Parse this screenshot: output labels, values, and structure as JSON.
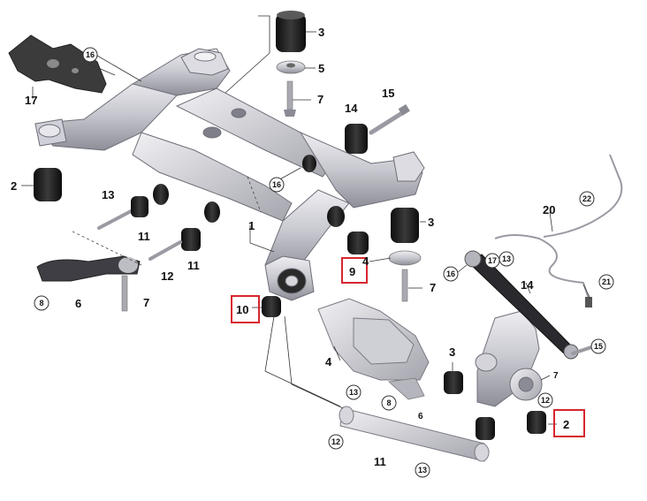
{
  "diagram": {
    "accent_color": "#d7262f",
    "labels": {
      "p1": "1",
      "p2_left": "2",
      "p2_right": "2",
      "p3_top": "3",
      "p3_mid": "3",
      "p3_low": "3",
      "p4_mid": "4",
      "p4_low": "4",
      "p5": "5",
      "p6_left": "6",
      "p6_low": "6",
      "p7_top": "7",
      "p7_left": "7",
      "p7_mid": "7",
      "p7_knuckle": "7",
      "p8_left": "8",
      "p8_low": "8",
      "p9": "9",
      "p10": "10",
      "p11_a": "11",
      "p11_b": "11",
      "p11_low": "11",
      "p12_a": "12",
      "p12_low": "12",
      "p12_knuckle": "12",
      "p13_a": "13",
      "p13_low_a": "13",
      "p13_low_b": "13",
      "p14_top": "14",
      "p14_arm": "14",
      "p15_top": "15",
      "p15_arm": "15",
      "p16_top": "16",
      "p16_mid": "16",
      "p16_arm": "16",
      "p17_left": "17",
      "p17_arm": "17",
      "p20": "20",
      "p21": "21",
      "p22": "22"
    }
  }
}
